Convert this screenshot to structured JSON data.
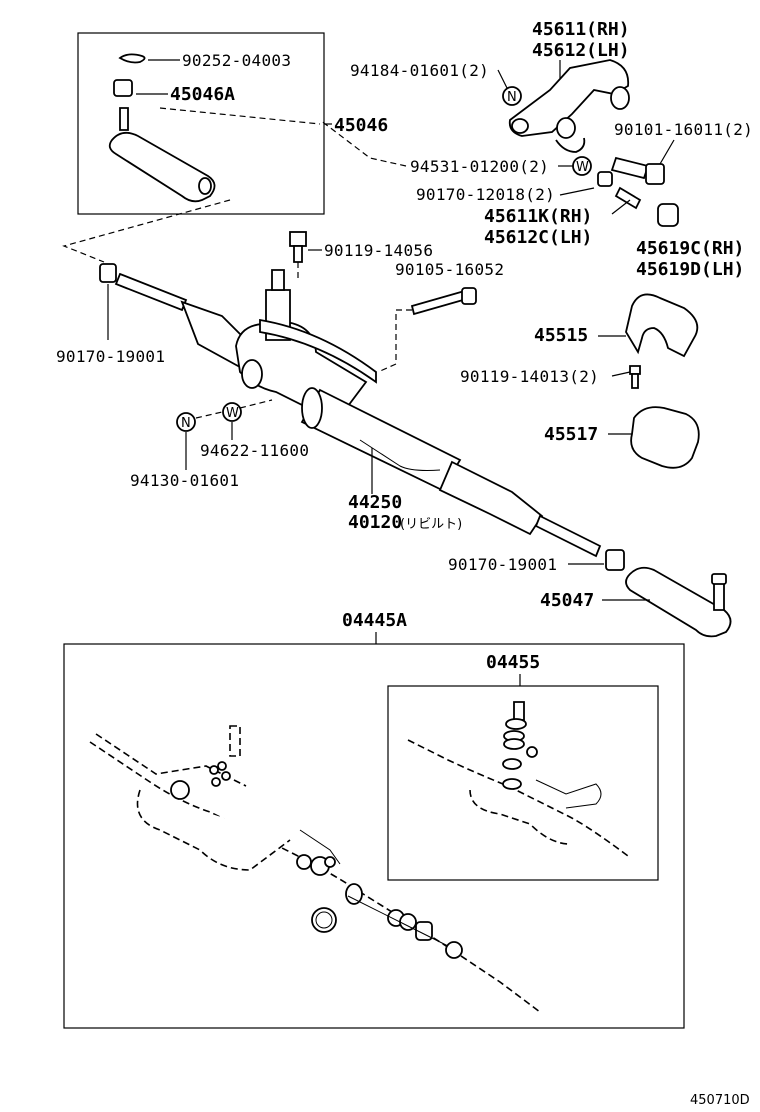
{
  "labels": {
    "p90252": "90252-04003",
    "p45046A": "45046A",
    "p45046": "45046",
    "p45611": "45611(RH)",
    "p45612": "45612(LH)",
    "p94184": "94184-01601(2)",
    "p90101": "90101-16011(2)",
    "p94531": "94531-01200(2)",
    "p90170_12018": "90170-12018(2)",
    "p45611K": "45611K(RH)",
    "p45612C": "45612C(LH)",
    "p45619C": "45619C(RH)",
    "p45619D": "45619D(LH)",
    "p90119_14056": "90119-14056",
    "p90105": "90105-16052",
    "p90170_19001a": "90170-19001",
    "p45515": "45515",
    "p90119_14013": "90119-14013(2)",
    "p45517": "45517",
    "p94622": "94622-11600",
    "p94130": "94130-01601",
    "p44250": "44250",
    "p40120": "40120",
    "p40120_note": "(リビルト)",
    "p90170_19001b": "90170-19001",
    "p45047": "45047",
    "p04445A": "04445A",
    "p04455": "04455",
    "figure_id": "450710D",
    "marker_n": "N",
    "marker_w": "W"
  }
}
